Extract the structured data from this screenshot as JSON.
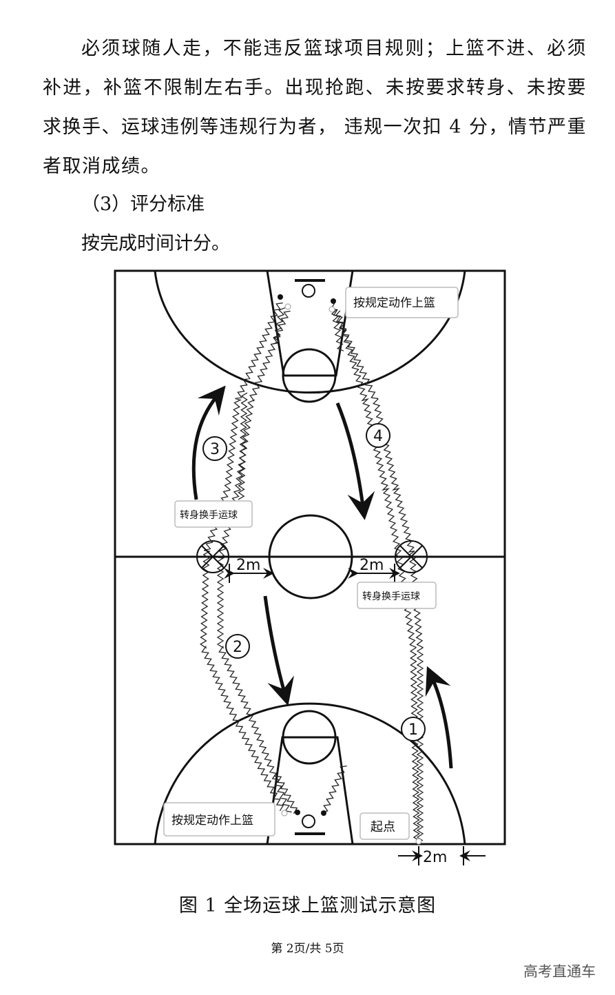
{
  "text": {
    "paragraph": "必须球随人走，不能违反篮球项目规则；上篮不进、必须补进，补篮不限制左右手。出现抢跑、未按要求转身、未按要求换手、运球违例等违规行为者， 违规一次扣 4 分，情节严重者取消成绩。",
    "heading": "（3）评分标准",
    "scoring": "按完成时间计分。"
  },
  "diagram": {
    "label_top_layup": "按规定动作上篮",
    "label_bottom_layup": "按规定动作上篮",
    "label_turn_left": "转身换手运球",
    "label_turn_right": "转身换手运球",
    "label_start": "起点",
    "dist_left": "2m",
    "dist_right": "2m",
    "dist_bottom": "2m",
    "step1": "1",
    "step2": "2",
    "step3": "3",
    "step4": "4"
  },
  "caption": "图 1 全场运球上篮测试示意图",
  "footer": "第 2页/共 5页",
  "watermark": "高考直通车"
}
